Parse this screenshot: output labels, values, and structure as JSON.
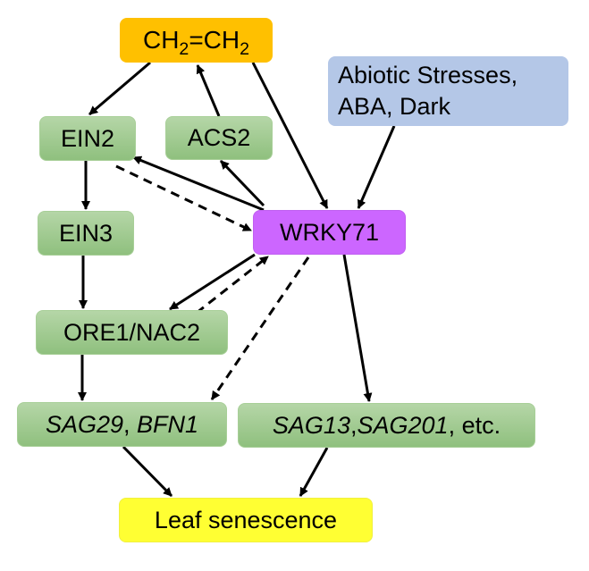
{
  "title": "WRKY71 leaf senescence regulatory network",
  "colors": {
    "ethylene": "#ffc000",
    "stress": "#b4c7e7",
    "wrky": "#cc66ff",
    "gene": "#9ccb8a",
    "senescence": "#ffff33",
    "arrow": "#000000"
  },
  "nodes": {
    "ethylene": {
      "prefix": "CH",
      "sub1": "2",
      "mid": "=CH",
      "sub2": "2"
    },
    "stress": {
      "line1": "Abiotic Stresses,",
      "line2": "ABA, Dark"
    },
    "ein2": {
      "label": "EIN2"
    },
    "acs2": {
      "label": "ACS2"
    },
    "ein3": {
      "label": "EIN3"
    },
    "wrky71": {
      "label": "WRKY71"
    },
    "ore1": {
      "label": "ORE1/NAC2"
    },
    "sag29": {
      "italic1": "SAG29",
      "sep": ", ",
      "italic2": "BFN1"
    },
    "sag13": {
      "italic1": "SAG13",
      "sep": ",",
      "italic2": "SAG201",
      "suffix": ", etc."
    },
    "senescence": {
      "label": "Leaf senescence"
    }
  },
  "edges": [
    {
      "from": "ethylene",
      "to": "ein2",
      "style": "solid"
    },
    {
      "from": "acs2",
      "to": "ethylene",
      "style": "solid"
    },
    {
      "from": "ethylene",
      "to": "wrky71",
      "style": "solid"
    },
    {
      "from": "stress",
      "to": "wrky71",
      "style": "solid"
    },
    {
      "from": "ein2",
      "to": "ein3",
      "style": "solid"
    },
    {
      "from": "wrky71",
      "to": "ein2",
      "style": "solid"
    },
    {
      "from": "ein2",
      "to": "wrky71",
      "style": "dashed"
    },
    {
      "from": "wrky71",
      "to": "acs2",
      "style": "solid"
    },
    {
      "from": "ein3",
      "to": "ore1",
      "style": "solid"
    },
    {
      "from": "wrky71",
      "to": "ore1",
      "style": "solid"
    },
    {
      "from": "ore1",
      "to": "wrky71",
      "style": "dashed"
    },
    {
      "from": "wrky71",
      "to": "sag29",
      "style": "dashed"
    },
    {
      "from": "wrky71",
      "to": "sag13",
      "style": "solid"
    },
    {
      "from": "ore1",
      "to": "sag29",
      "style": "solid"
    },
    {
      "from": "sag29",
      "to": "senescence",
      "style": "solid"
    },
    {
      "from": "sag13",
      "to": "senescence",
      "style": "solid"
    }
  ]
}
